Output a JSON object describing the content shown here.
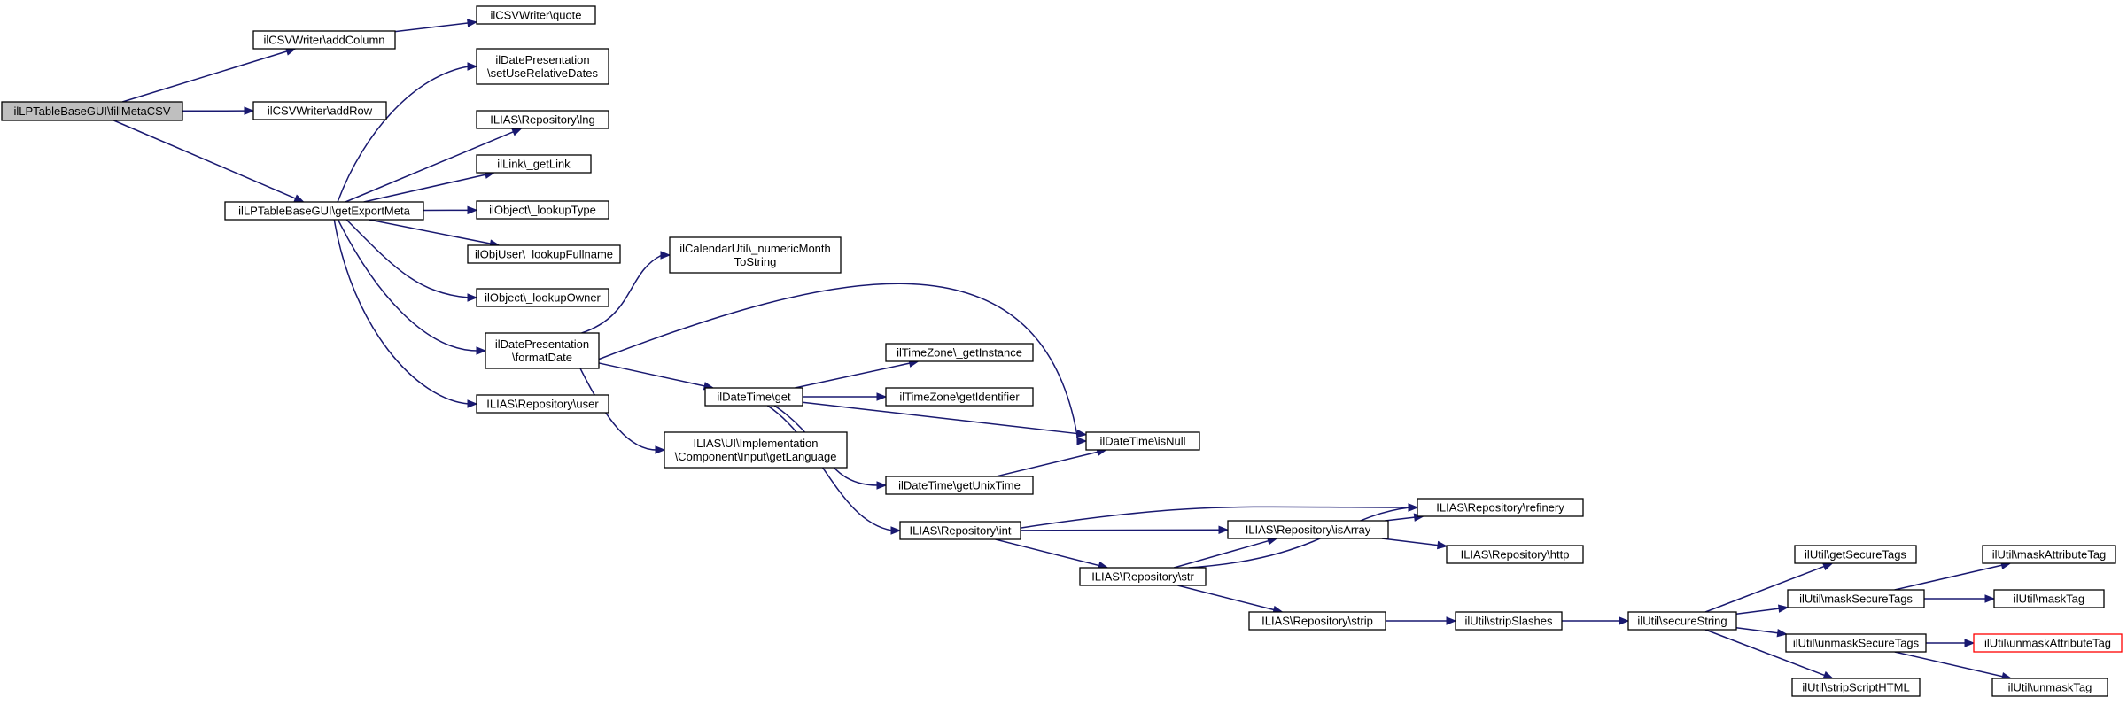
{
  "diagram": {
    "kind": "call-graph",
    "colors": {
      "edge": "#191970",
      "root_fill": "#bfbfbf",
      "node_fill": "#ffffff",
      "node_border": "#000000",
      "truncated_border": "#ff0000"
    },
    "nodes": [
      {
        "id": "fillMetaCSV",
        "lines": [
          "ilLPTableBaseGUI\\fillMetaCSV"
        ],
        "style": "root"
      },
      {
        "id": "addColumn",
        "lines": [
          "ilCSVWriter\\addColumn"
        ]
      },
      {
        "id": "quote",
        "lines": [
          "ilCSVWriter\\quote"
        ]
      },
      {
        "id": "addRow",
        "lines": [
          "ilCSVWriter\\addRow"
        ]
      },
      {
        "id": "getExportMeta",
        "lines": [
          "ilLPTableBaseGUI\\getExportMeta"
        ]
      },
      {
        "id": "setUseRelativeDates",
        "lines": [
          "ilDatePresentation",
          "\\setUseRelativeDates"
        ]
      },
      {
        "id": "lng",
        "lines": [
          "ILIAS\\Repository\\lng"
        ]
      },
      {
        "id": "getLink",
        "lines": [
          "ilLink\\_getLink"
        ]
      },
      {
        "id": "lookupType",
        "lines": [
          "ilObject\\_lookupType"
        ]
      },
      {
        "id": "lookupFullname",
        "lines": [
          "ilObjUser\\_lookupFullname"
        ]
      },
      {
        "id": "lookupOwner",
        "lines": [
          "ilObject\\_lookupOwner"
        ]
      },
      {
        "id": "formatDate",
        "lines": [
          "ilDatePresentation",
          "\\formatDate"
        ]
      },
      {
        "id": "user",
        "lines": [
          "ILIAS\\Repository\\user"
        ]
      },
      {
        "id": "numericMonthToString",
        "lines": [
          "ilCalendarUtil\\_numericMonth",
          "ToString"
        ]
      },
      {
        "id": "dtGet",
        "lines": [
          "ilDateTime\\get"
        ]
      },
      {
        "id": "getLanguage",
        "lines": [
          "ILIAS\\UI\\Implementation",
          "\\Component\\Input\\getLanguage"
        ]
      },
      {
        "id": "tzGetInstance",
        "lines": [
          "ilTimeZone\\_getInstance"
        ]
      },
      {
        "id": "tzGetIdentifier",
        "lines": [
          "ilTimeZone\\getIdentifier"
        ]
      },
      {
        "id": "isNull",
        "lines": [
          "ilDateTime\\isNull"
        ]
      },
      {
        "id": "getUnixTime",
        "lines": [
          "ilDateTime\\getUnixTime"
        ]
      },
      {
        "id": "repoInt",
        "lines": [
          "ILIAS\\Repository\\int"
        ]
      },
      {
        "id": "refinery",
        "lines": [
          "ILIAS\\Repository\\refinery"
        ]
      },
      {
        "id": "isArray",
        "lines": [
          "ILIAS\\Repository\\isArray"
        ]
      },
      {
        "id": "http",
        "lines": [
          "ILIAS\\Repository\\http"
        ]
      },
      {
        "id": "repoStr",
        "lines": [
          "ILIAS\\Repository\\str"
        ]
      },
      {
        "id": "repoStrip",
        "lines": [
          "ILIAS\\Repository\\strip"
        ]
      },
      {
        "id": "stripSlashes",
        "lines": [
          "ilUtil\\stripSlashes"
        ]
      },
      {
        "id": "secureString",
        "lines": [
          "ilUtil\\secureString"
        ]
      },
      {
        "id": "getSecureTags",
        "lines": [
          "ilUtil\\getSecureTags"
        ]
      },
      {
        "id": "maskSecureTags",
        "lines": [
          "ilUtil\\maskSecureTags"
        ]
      },
      {
        "id": "unmaskSecureTags",
        "lines": [
          "ilUtil\\unmaskSecureTags"
        ]
      },
      {
        "id": "stripScriptHTML",
        "lines": [
          "ilUtil\\stripScriptHTML"
        ]
      },
      {
        "id": "maskAttributeTag",
        "lines": [
          "ilUtil\\maskAttributeTag"
        ]
      },
      {
        "id": "maskTag",
        "lines": [
          "ilUtil\\maskTag"
        ]
      },
      {
        "id": "unmaskAttributeTag",
        "lines": [
          "ilUtil\\unmaskAttributeTag"
        ],
        "style": "truncated"
      },
      {
        "id": "unmaskTag",
        "lines": [
          "ilUtil\\unmaskTag"
        ]
      }
    ],
    "edges": [
      [
        "fillMetaCSV",
        "addColumn"
      ],
      [
        "fillMetaCSV",
        "addRow"
      ],
      [
        "fillMetaCSV",
        "getExportMeta"
      ],
      [
        "addColumn",
        "quote"
      ],
      [
        "getExportMeta",
        "setUseRelativeDates"
      ],
      [
        "getExportMeta",
        "lng"
      ],
      [
        "getExportMeta",
        "getLink"
      ],
      [
        "getExportMeta",
        "lookupType"
      ],
      [
        "getExportMeta",
        "lookupFullname"
      ],
      [
        "getExportMeta",
        "lookupOwner"
      ],
      [
        "getExportMeta",
        "formatDate"
      ],
      [
        "getExportMeta",
        "user"
      ],
      [
        "formatDate",
        "numericMonthToString"
      ],
      [
        "formatDate",
        "isNull"
      ],
      [
        "formatDate",
        "dtGet"
      ],
      [
        "formatDate",
        "getLanguage"
      ],
      [
        "dtGet",
        "tzGetInstance"
      ],
      [
        "dtGet",
        "tzGetIdentifier"
      ],
      [
        "dtGet",
        "isNull"
      ],
      [
        "dtGet",
        "getUnixTime"
      ],
      [
        "dtGet",
        "repoInt"
      ],
      [
        "getUnixTime",
        "isNull"
      ],
      [
        "repoInt",
        "refinery"
      ],
      [
        "repoInt",
        "isArray"
      ],
      [
        "repoInt",
        "repoStr"
      ],
      [
        "isArray",
        "refinery"
      ],
      [
        "isArray",
        "http"
      ],
      [
        "repoStr",
        "isArray"
      ],
      [
        "repoStr",
        "refinery"
      ],
      [
        "repoStr",
        "repoStrip"
      ],
      [
        "repoStrip",
        "stripSlashes"
      ],
      [
        "stripSlashes",
        "secureString"
      ],
      [
        "secureString",
        "getSecureTags"
      ],
      [
        "secureString",
        "maskSecureTags"
      ],
      [
        "secureString",
        "unmaskSecureTags"
      ],
      [
        "secureString",
        "stripScriptHTML"
      ],
      [
        "maskSecureTags",
        "maskAttributeTag"
      ],
      [
        "maskSecureTags",
        "maskTag"
      ],
      [
        "unmaskSecureTags",
        "unmaskAttributeTag"
      ],
      [
        "unmaskSecureTags",
        "unmaskTag"
      ]
    ]
  }
}
